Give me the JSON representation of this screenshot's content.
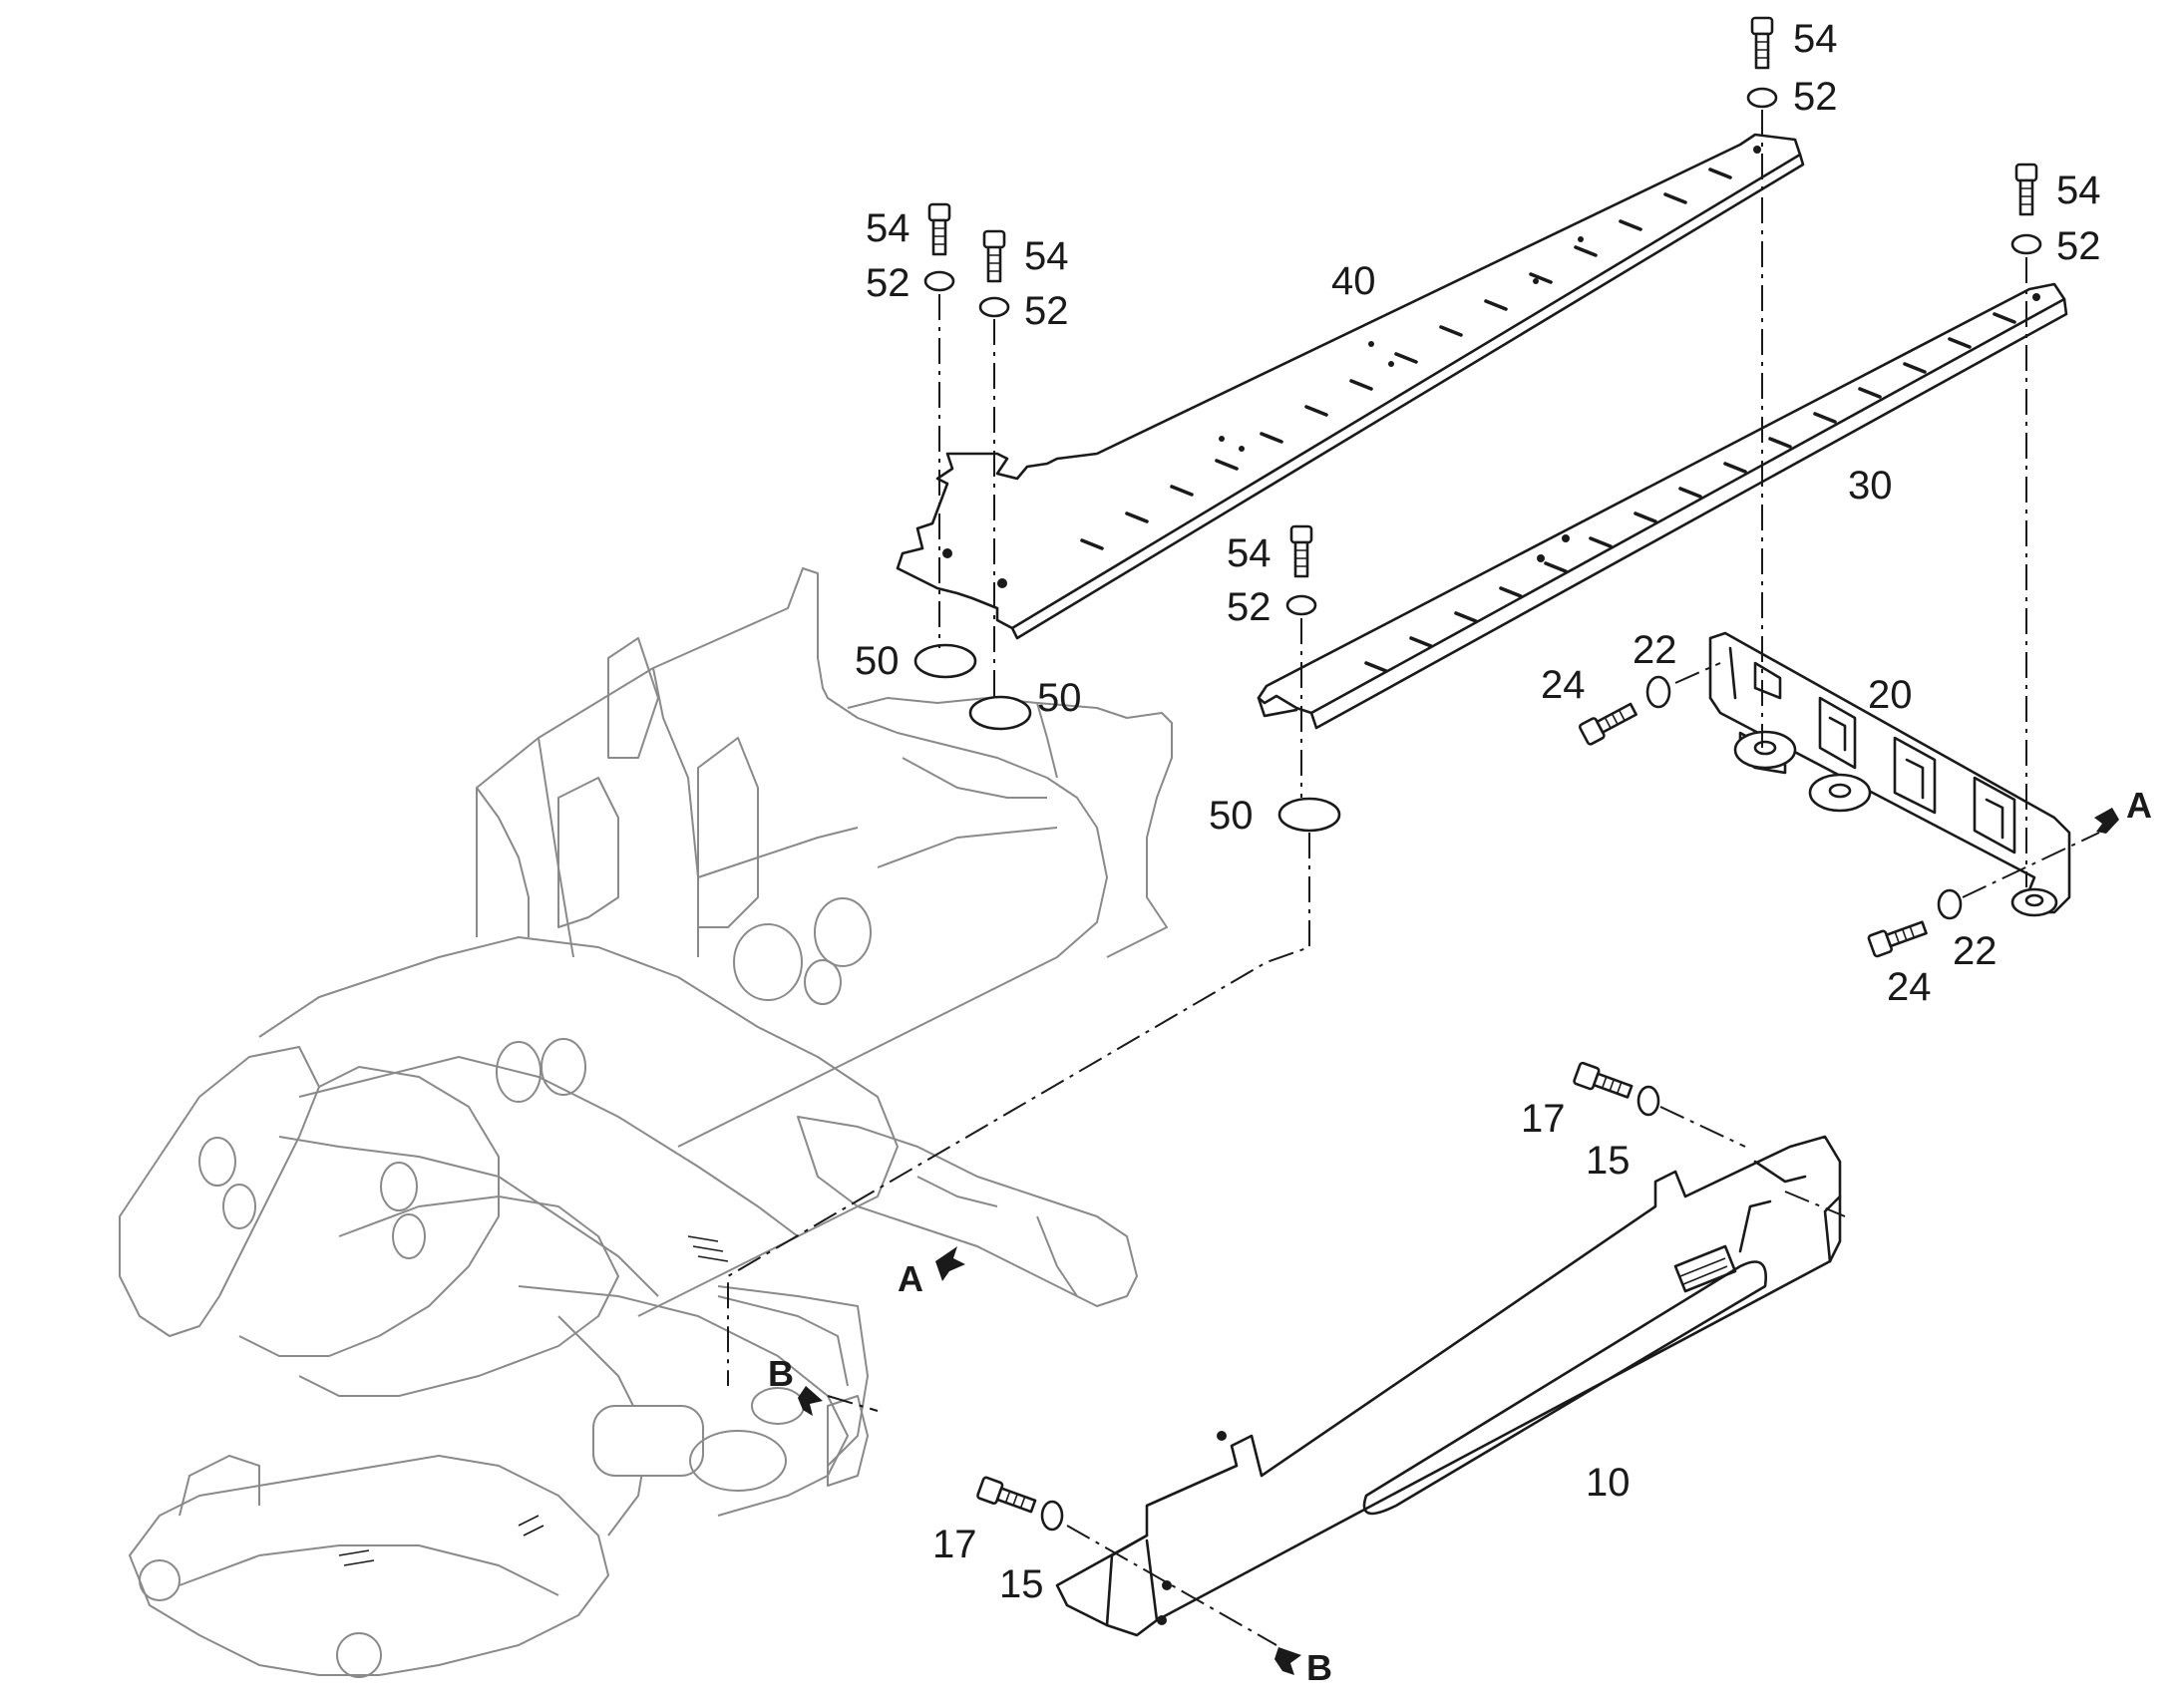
{
  "diagram": {
    "callouts": {
      "p54a": "54",
      "p52a": "52",
      "p54b": "54",
      "p52b": "52",
      "p54c": "54",
      "p52c": "52",
      "p54d": "54",
      "p52d": "52",
      "p54e": "54",
      "p52e": "52",
      "p40": "40",
      "p30": "30",
      "p20": "20",
      "p10": "10",
      "p50a": "50",
      "p50b": "50",
      "p50c": "50",
      "p22a": "22",
      "p24a": "24",
      "p22b": "22",
      "p24b": "24",
      "p17a": "17",
      "p15a": "15",
      "p17b": "17",
      "p15b": "15"
    },
    "view_markers": {
      "a_right": "A",
      "a_frame": "A",
      "b_frame": "B",
      "b_bottom": "B"
    }
  }
}
